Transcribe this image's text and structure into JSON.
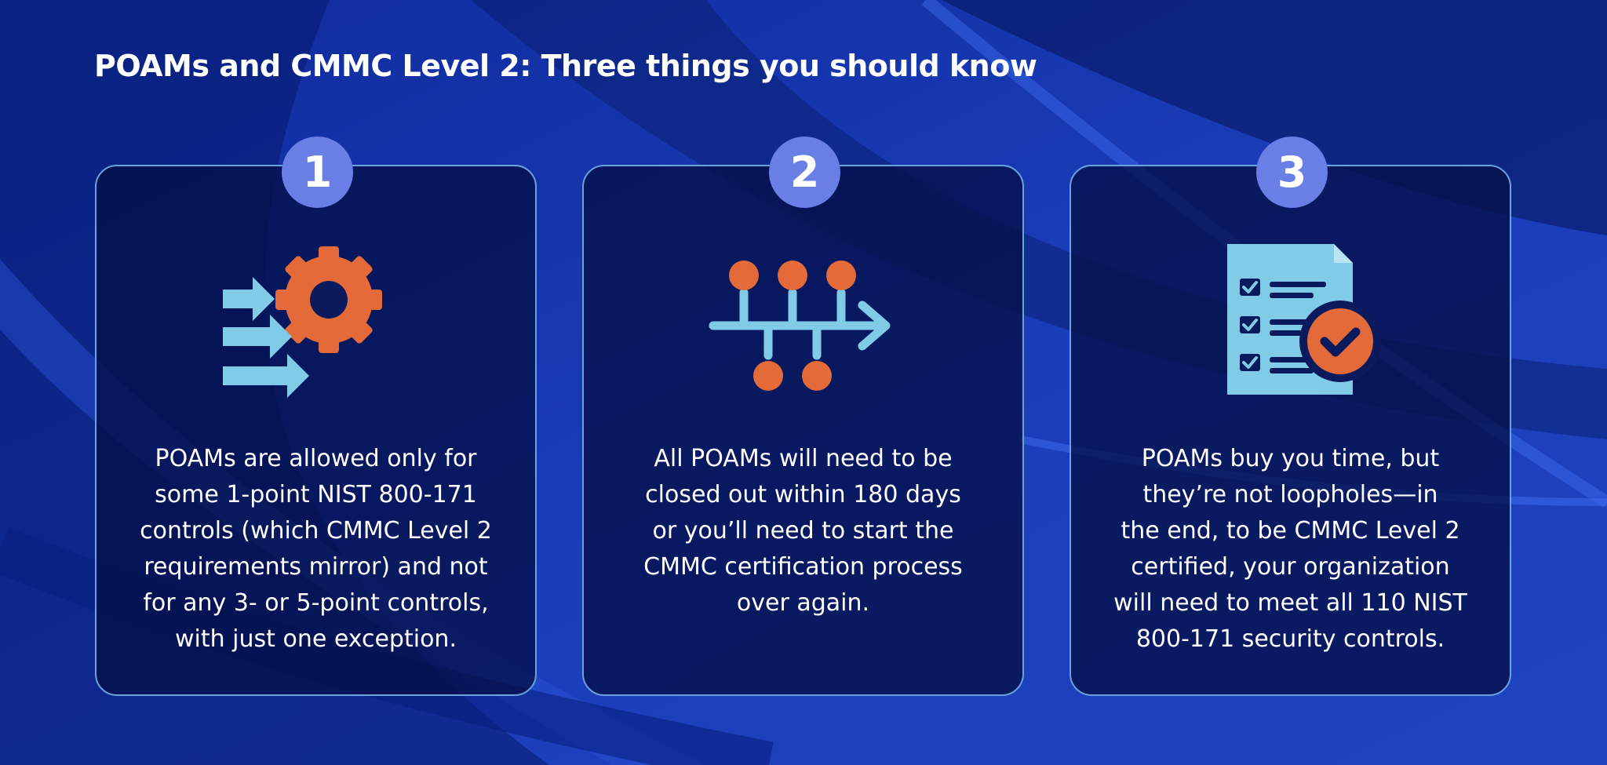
{
  "header": {
    "title": "POAMs and CMMC Level 2: Three things you should know"
  },
  "colors": {
    "accent_blue": "#7fcbe8",
    "accent_orange": "#e46a3a",
    "badge": "#6a7fe6",
    "card_border": "#6aa2dc"
  },
  "cards": [
    {
      "number": "1",
      "icon": "gear-with-arrows-icon",
      "text": "POAMs are allowed only for\nsome 1-point NIST 800-171\ncontrols (which CMMC Level 2\nrequirements mirror) and not\nfor any 3- or 5-point controls,\nwith just one exception."
    },
    {
      "number": "2",
      "icon": "timeline-arrow-icon",
      "text": "All POAMs will need to be\nclosed out within 180 days\nor you’ll need to start the\nCMMC certification process\nover again."
    },
    {
      "number": "3",
      "icon": "checklist-approved-icon",
      "text": "POAMs buy you time, but\nthey’re not loopholes—in\nthe end, to be CMMC Level 2\ncertified, your organization\nwill need to meet all 110 NIST\n800-171 security controls."
    }
  ]
}
